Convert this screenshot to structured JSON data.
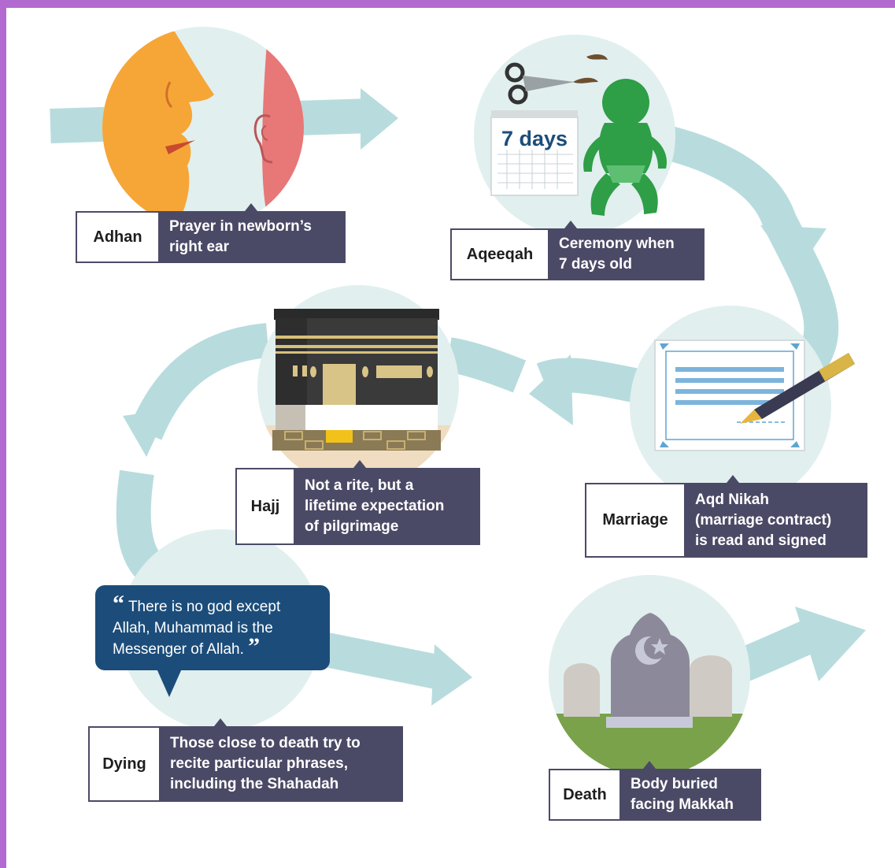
{
  "stages": [
    {
      "name": "Adhan",
      "description": "Prayer in newborn’s\nright ear"
    },
    {
      "name": "Aqeeqah",
      "description": "Ceremony when\n7 days old"
    },
    {
      "name": "Marriage",
      "description": "Aqd Nikah\n(marriage contract)\nis read and signed"
    },
    {
      "name": "Hajj",
      "description": "Not a rite, but a\nlifetime expectation\nof pilgrimage"
    },
    {
      "name": "Dying",
      "description": "Those close to death try to\nrecite particular phrases,\nincluding the Shahadah"
    },
    {
      "name": "Death",
      "description": "Body buried\nfacing Makkah"
    }
  ],
  "calendar_text": "7 days",
  "quote": {
    "open_mark": "“",
    "text": "There is no god except Allah, Muhammad is the Messenger of Allah.",
    "close_mark": "”"
  },
  "icons": [
    "face-and-ear-icon",
    "scissors-icon",
    "calendar-icon",
    "baby-icon",
    "kaaba-icon",
    "contract-icon",
    "pen-icon",
    "gravestone-icon",
    "crescent-star-icon"
  ],
  "colors": {
    "path": "#b8dcdd",
    "circle": "#e1efef",
    "label_dark": "#4b4a66",
    "quote_bubble": "#1c4d7a",
    "baby": "#2e9e47",
    "face": "#f6a637",
    "ear": "#e87778",
    "frame": "#b36ad0"
  }
}
